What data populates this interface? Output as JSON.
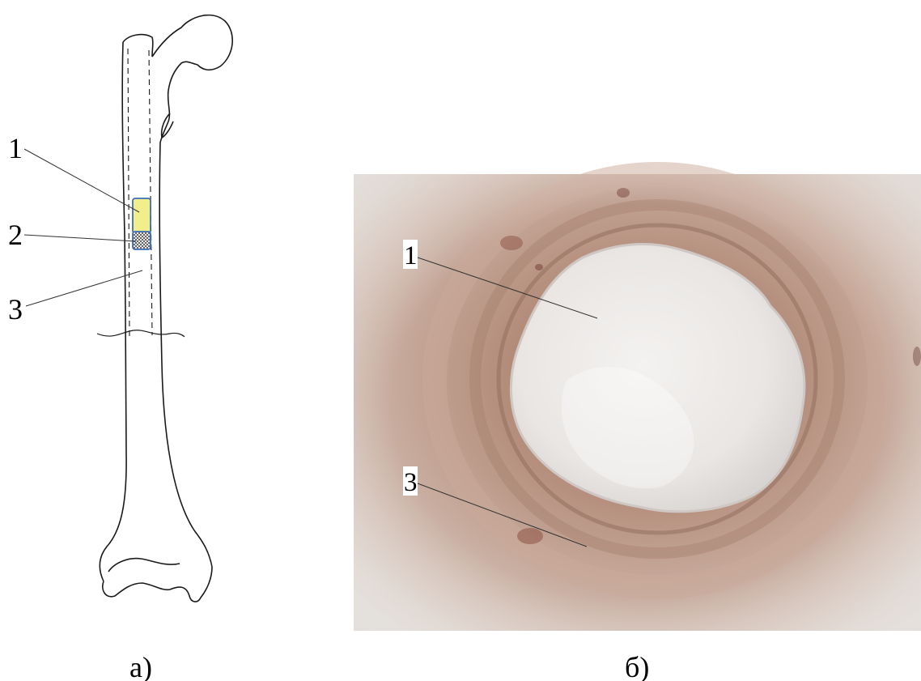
{
  "panel_a": {
    "labels": [
      "1",
      "2",
      "3"
    ],
    "caption": "а)"
  },
  "panel_b": {
    "labels": [
      "1",
      "3"
    ],
    "caption": "б)"
  },
  "colors": {
    "implant_fill": "#f3ee8c",
    "implant_outline": "#3c6fb9",
    "bone_line": "#1a1a1a"
  }
}
